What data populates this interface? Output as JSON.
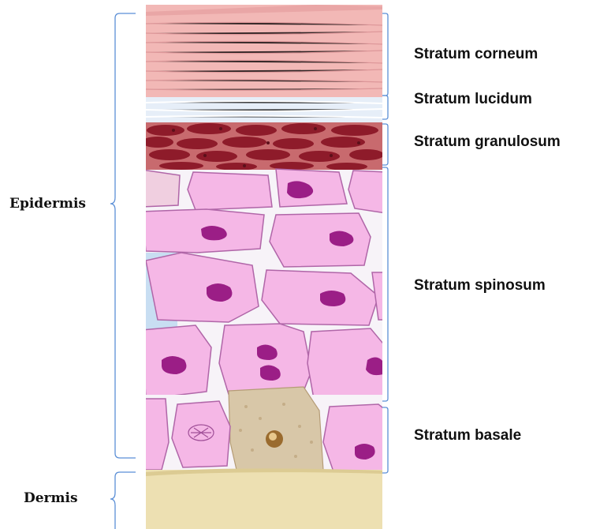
{
  "regions": {
    "epidermis": "Epidermis",
    "dermis": "Dermis"
  },
  "layers": {
    "corneum": "Stratum corneum",
    "lucidum": "Stratum lucidum",
    "granulosum": "Stratum granulosum",
    "spinosum": "Stratum spinosum",
    "basale": "Stratum basale"
  },
  "colors": {
    "bracket": "#5b8fd6",
    "corneum": "#f2b8b6",
    "lucidum": "#e6eef8",
    "granulosum": "#8e1b2a",
    "cell_fill": "#f5b7e6",
    "nucleus": "#9b1e86",
    "melanocyte": "#d8c7a8",
    "dermis": "#ede0b2"
  }
}
